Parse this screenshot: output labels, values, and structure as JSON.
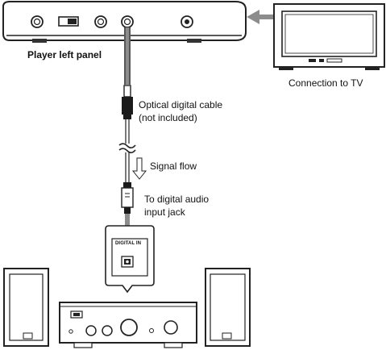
{
  "labels": {
    "player_panel": "Player left panel",
    "tv_connection": "Connection to TV",
    "cable_line1": "Optical digital cable",
    "cable_line2": "(not included)",
    "signal_flow": "Signal  flow",
    "jack_line1": "To digital audio",
    "jack_line2": "input jack",
    "digital_in_tag": "DIGITAL IN"
  },
  "icons": {
    "arrow_to_player": "left-arrow-icon",
    "cable_arrow": "down-arrow-icon",
    "signal": "signal-flow-arrow-icon"
  },
  "colors": {
    "line": "#222222",
    "arrow_gray": "#8c8c8c",
    "fill_light": "#f2f2f2",
    "fill_dark": "#1a1a1a"
  }
}
